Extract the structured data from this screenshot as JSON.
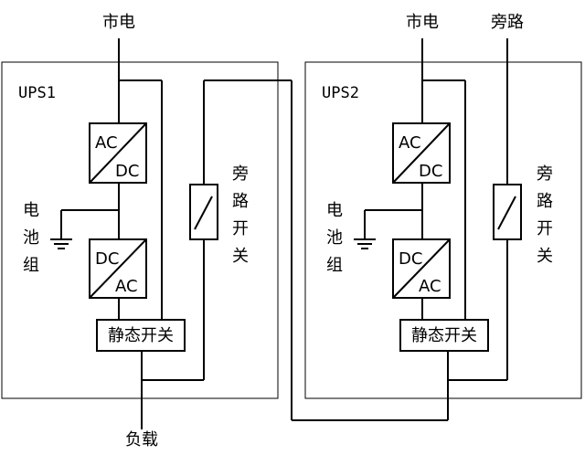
{
  "ups1": {
    "name": "UPS1",
    "mains": "市电",
    "load": "负载",
    "rectifier": {
      "in": "AC",
      "out": "DC"
    },
    "inverter": {
      "in": "DC",
      "out": "AC"
    },
    "battery": [
      "电",
      "池",
      "组"
    ],
    "bypass_switch": [
      "旁",
      "路",
      "开",
      "关"
    ],
    "static_switch": "静态开关"
  },
  "ups2": {
    "name": "UPS2",
    "mains": "市电",
    "bypass": "旁路",
    "rectifier": {
      "in": "AC",
      "out": "DC"
    },
    "inverter": {
      "in": "DC",
      "out": "AC"
    },
    "battery": [
      "电",
      "池",
      "组"
    ],
    "bypass_switch": [
      "旁",
      "路",
      "开",
      "关"
    ],
    "static_switch": "静态开关"
  }
}
